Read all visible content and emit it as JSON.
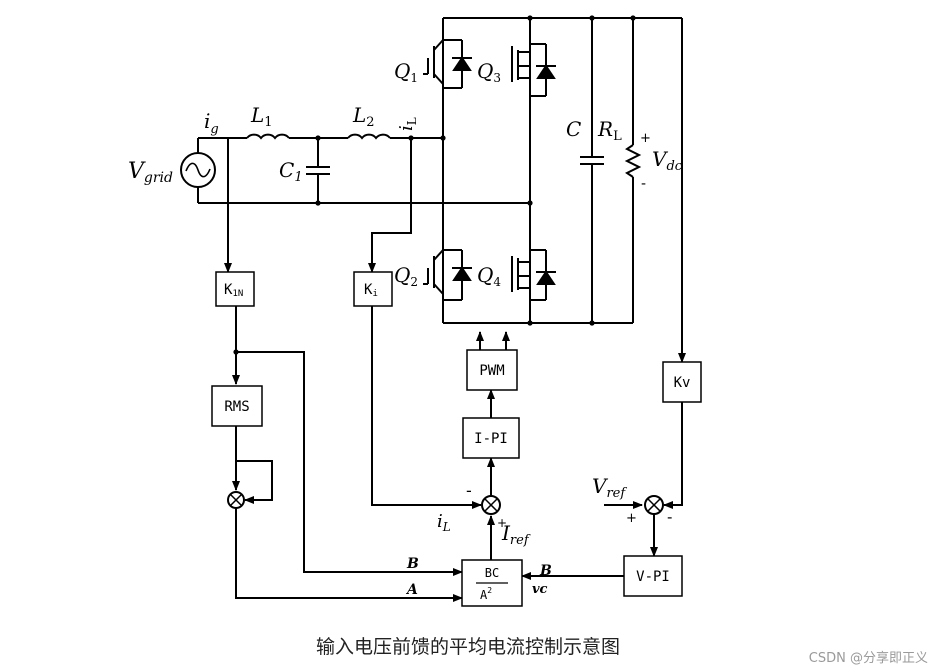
{
  "caption": "输入电压前馈的平均电流控制示意图",
  "watermark": "CSDN @分享即正义",
  "labels": {
    "vgrid_v": "V",
    "vgrid_sub": "grid",
    "ig_i": "i",
    "ig_sub": "g",
    "l1": "L",
    "l1_sub": "1",
    "l2": "L",
    "l2_sub": "2",
    "il_top_i": "i",
    "il_top_sub": "L",
    "c1": "C",
    "c1_sub": "1",
    "q1": "Q",
    "q1_sub": "1",
    "q2": "Q",
    "q2_sub": "2",
    "q3": "Q",
    "q3_sub": "3",
    "q4": "Q",
    "q4_sub": "4",
    "c": "C",
    "rl": "R",
    "rl_sub": "L",
    "vdc": "V",
    "vdc_sub": "dc",
    "plus_top": "+",
    "minus_bottom": "-",
    "vref_v": "V",
    "vref_sub": "ref",
    "vref_plus": "+",
    "vref_minus": "-",
    "iref_i": "I",
    "iref_sub": "ref",
    "iref_plus": "+",
    "il_minus": "-",
    "il_bottom_i": "i",
    "il_bottom_sub": "L",
    "b_left": "B",
    "a_left": "A",
    "b_right": "B",
    "vc": "vc"
  },
  "blocks": {
    "k1n": "K",
    "k1n_sub": "1N",
    "ki": "K",
    "ki_sub": "i",
    "rms": "RMS",
    "pwm": "PWM",
    "ipi": "I-PI",
    "kv": "Kv",
    "vpi": "V-PI",
    "div_num": "BC",
    "div_den": "A",
    "div_den_sup": "2"
  }
}
